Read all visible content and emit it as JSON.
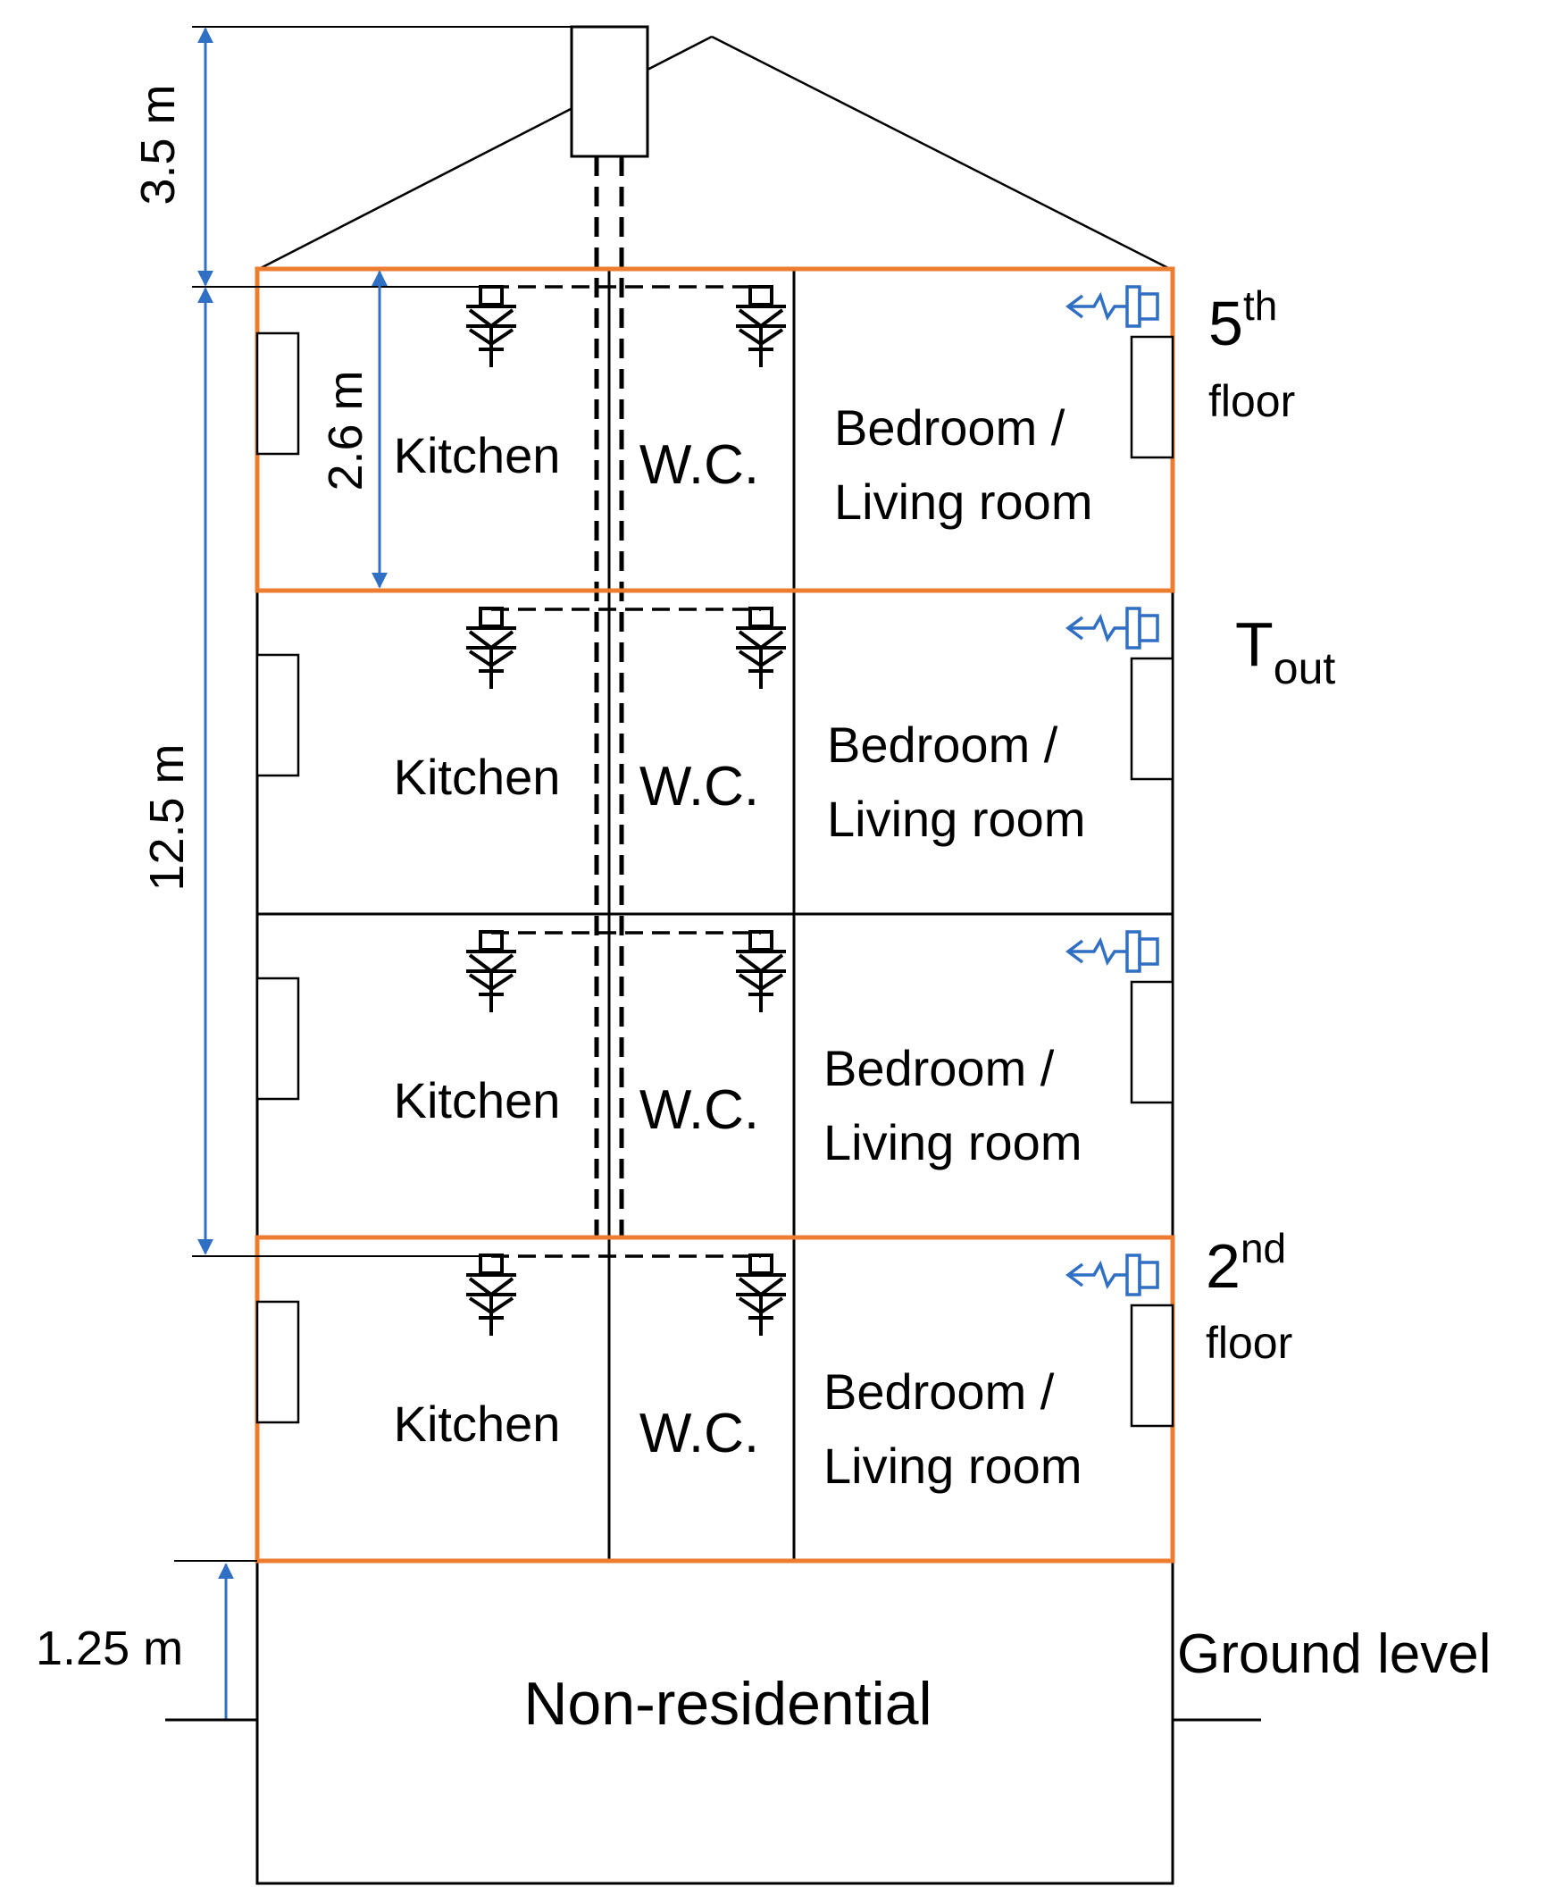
{
  "dimensions": {
    "roof": "3.5 m",
    "floor": "2.6 m",
    "residential": "12.5 m",
    "ground_offset": "1.25 m"
  },
  "rooms": {
    "kitchen": "Kitchen",
    "wc": "W.C.",
    "bedroom_line1": "Bedroom /",
    "bedroom_line2": "Living room"
  },
  "labels": {
    "fifth_base": "5",
    "fifth_sup": "th",
    "fifth_floor": "floor",
    "tout_base": "T",
    "tout_sub": "out",
    "second_base": "2",
    "second_sup": "nd",
    "second_floor": "floor",
    "ground": "Ground level",
    "nonres": "Non-residential"
  },
  "colors": {
    "walls": "#000000",
    "highlight": "#ED7D31",
    "dimension": "#2F6FC4",
    "air_inlet": "#2F6FC4"
  },
  "icons": {
    "exhaust": "exhaust-vent-icon",
    "inlet": "air-inlet-icon",
    "radiator": "radiator-icon",
    "fan": "roof-fan-icon"
  }
}
